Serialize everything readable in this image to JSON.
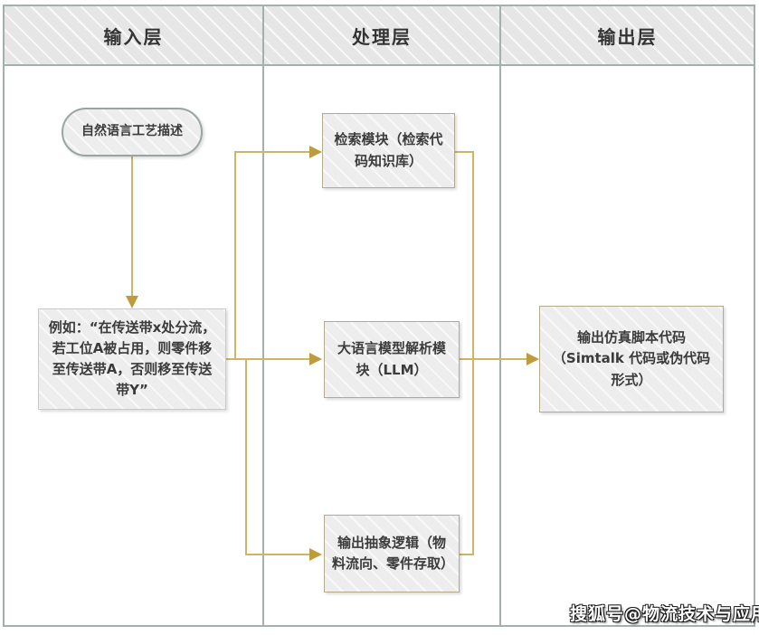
{
  "diagram": {
    "lanes": [
      {
        "label": "输入层"
      },
      {
        "label": "处理层"
      },
      {
        "label": "输出层"
      }
    ],
    "nodes": {
      "nl_desc": "自然语言工艺描述",
      "example": "例如：“在传送带x处分流，若工位A被占用，则零件移至传送带A，否则移至传送带Y”",
      "retrieval": "检索模块（检索代码知识库）",
      "llm": "大语言模型解析模块（LLM）",
      "abstract": "输出抽象逻辑（物料流向、零件存取）",
      "output": "输出仿真脚本代码（Simtalk 代码或伪代码形式）"
    },
    "colors": {
      "arrow_line": "#CFB566",
      "arrow_head": "#BE9C3D",
      "lane_border": "#A2B2AA",
      "node_border_tan": "#B5A98B",
      "node_border_gray": "#C9C9C9",
      "ellipse_border": "#9AA5A3"
    }
  },
  "watermark": {
    "text": "搜狐号@物流技术与应用"
  }
}
